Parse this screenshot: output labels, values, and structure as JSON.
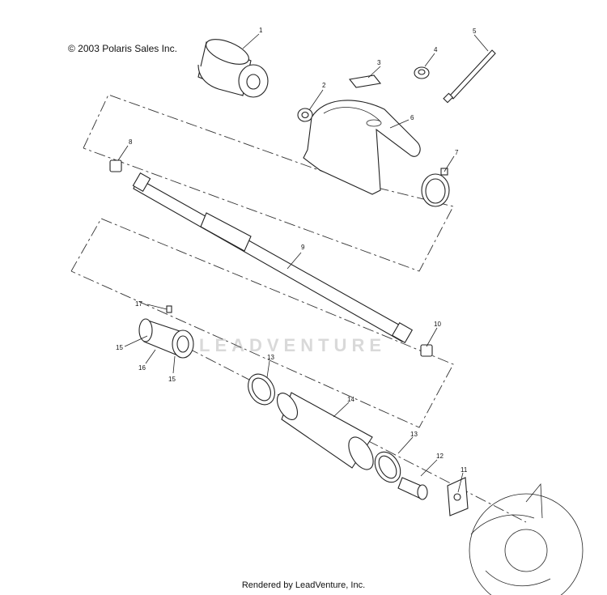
{
  "copyright": "© 2003 Polaris Sales Inc.",
  "footer": "Rendered by LeadVenture, Inc.",
  "watermark": "LEADVENTURE",
  "callouts": [
    "1",
    "2",
    "3",
    "4",
    "5",
    "6",
    "7",
    "8",
    "9",
    "10",
    "11",
    "12",
    "13",
    "13",
    "14",
    "15",
    "15",
    "16",
    "17"
  ]
}
